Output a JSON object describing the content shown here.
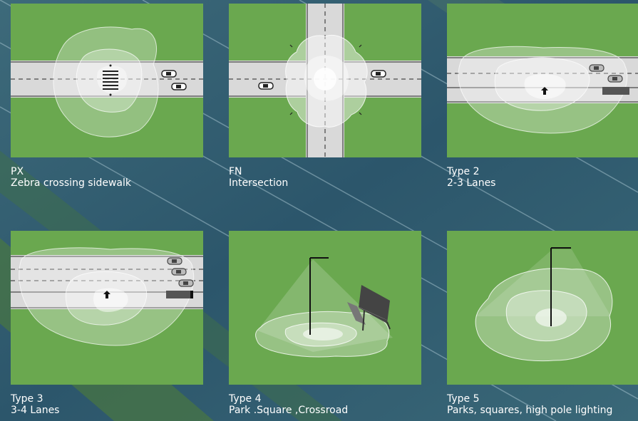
{
  "colors": {
    "background": "#2f5a6e",
    "grass": "#6aa84f",
    "road": "#d9d9d9",
    "light_pool": "#ffffff"
  },
  "tiles": [
    {
      "code": "PX",
      "description": "Zebra crossing sidewalk",
      "icon": "zebra-crossing-illustration"
    },
    {
      "code": "FN",
      "description": "Intersection",
      "icon": "intersection-illustration"
    },
    {
      "code": "Type 2",
      "description": "2-3 Lanes",
      "icon": "two-three-lane-road-illustration"
    },
    {
      "code": "Type 3",
      "description": "3-4 Lanes",
      "icon": "three-four-lane-road-illustration"
    },
    {
      "code": "Type 4",
      "description": "Park .Square ,Crossroad",
      "icon": "park-lamp-bench-illustration"
    },
    {
      "code": "Type 5",
      "description": "Parks, squares, high pole lighting",
      "icon": "high-pole-lamp-illustration"
    }
  ]
}
